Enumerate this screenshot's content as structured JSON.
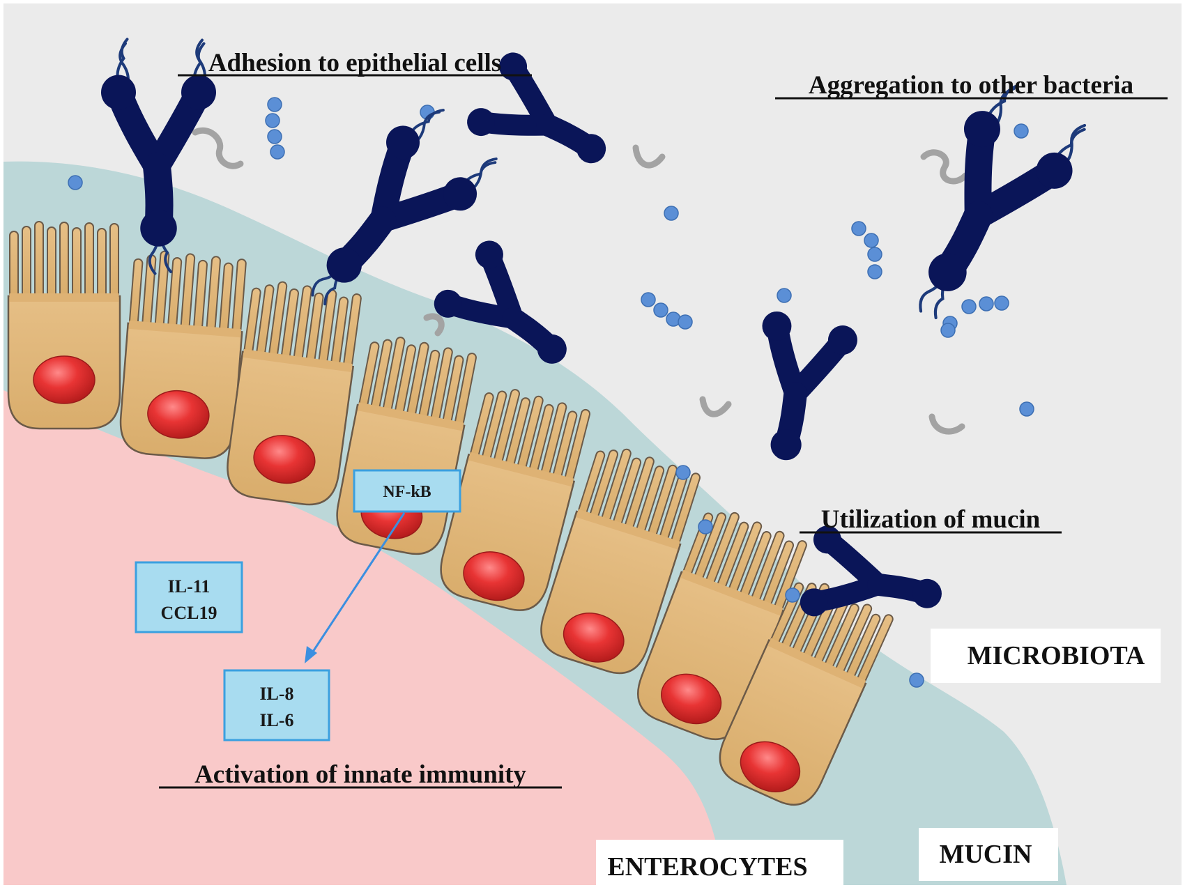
{
  "labels": {
    "adhesion": "Adhesion to epithelial cells",
    "aggregation": "Aggregation to other bacteria",
    "mucin_use": "Utilization of mucin",
    "innate": "Activation of  innate immunity",
    "microbiota": "MICROBIOTA",
    "mucin": "MUCIN",
    "enterocytes": "ENTEROCYTES"
  },
  "boxes": {
    "nfkb": "NF-kB",
    "il11": "IL-11",
    "ccl19": "CCL19",
    "il8": "IL-8",
    "il6": "IL-6"
  },
  "colors": {
    "lumen": "#ebebeb",
    "mucin_layer": "#bcd7d8",
    "tissue": "#f9c9c9",
    "cell_fill": "#e0b77b",
    "cell_stroke": "#6b5a48",
    "nucleus": "#e02c2c",
    "bacteria": "#0a1558",
    "dots": "#5b8fd6",
    "worm": "#a3a3a3",
    "box_fill": "#a8dcf0",
    "box_stroke": "#3aa0e0",
    "arrow": "#3b8fe0"
  },
  "icons": [
    "bifidobacterium-icon",
    "pili-icon",
    "coccus-chain-icon",
    "nucleus-icon"
  ]
}
